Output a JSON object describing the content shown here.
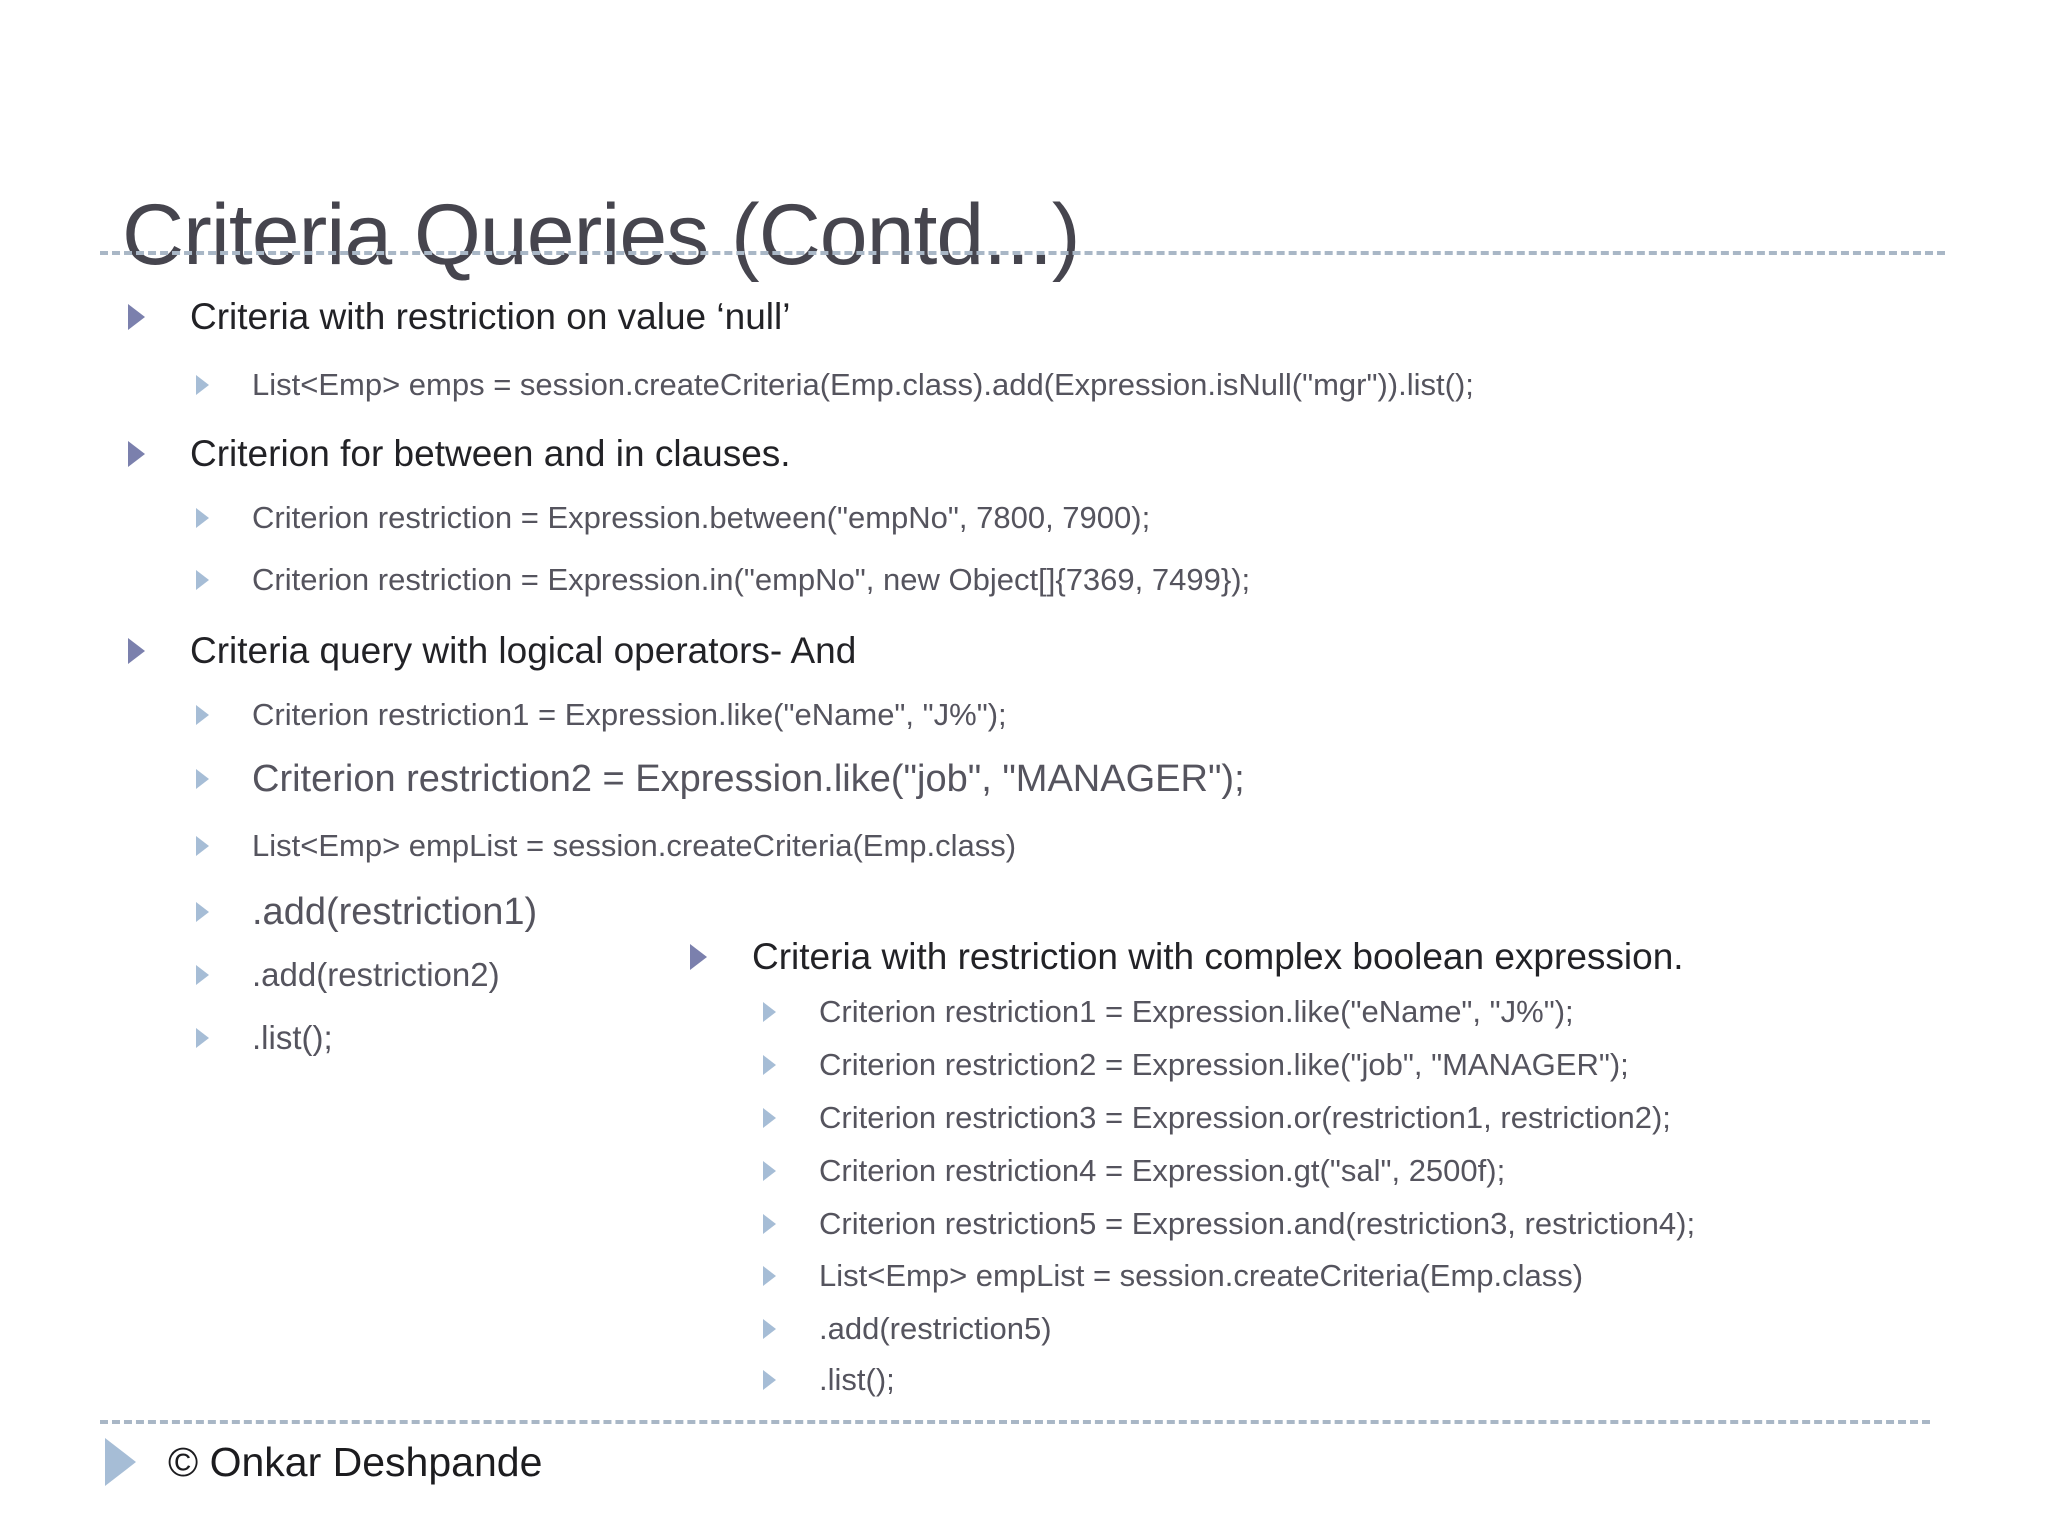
{
  "slide": {
    "title": "Criteria Queries (Contd...)",
    "footer": {
      "text": "© Onkar Deshpande"
    }
  },
  "bullets": {
    "left": [
      {
        "level": 1,
        "text": "Criteria with restriction on value ‘null’"
      },
      {
        "level": 2,
        "text": "List<Emp> emps = session.createCriteria(Emp.class).add(Expression.isNull(\"mgr\")).list();"
      },
      {
        "level": 1,
        "text": "Criterion for between and in clauses."
      },
      {
        "level": 2,
        "text": "Criterion restriction = Expression.between(\"empNo\", 7800, 7900);"
      },
      {
        "level": 2,
        "text": "Criterion restriction = Expression.in(\"empNo\", new Object[]{7369, 7499});"
      },
      {
        "level": 1,
        "text": "Criteria query with logical operators- And"
      },
      {
        "level": 2,
        "text": "Criterion restriction1 = Expression.like(\"eName\", \"J%\");"
      },
      {
        "level": 2,
        "text": "Criterion restriction2 = Expression.like(\"job\", \"MANAGER\");"
      },
      {
        "level": 2,
        "text": "List<Emp> empList = session.createCriteria(Emp.class)"
      },
      {
        "level": 2,
        "text": ".add(restriction1)"
      },
      {
        "level": 2,
        "text": ".add(restriction2)"
      },
      {
        "level": 2,
        "text": ".list();"
      }
    ],
    "right": {
      "header": "Criteria with restriction with complex boolean expression.",
      "items": [
        {
          "text": "Criterion restriction1 = Expression.like(\"eName\", \"J%\");"
        },
        {
          "text": "Criterion restriction2 = Expression.like(\"job\", \"MANAGER\");"
        },
        {
          "text": "Criterion restriction3 = Expression.or(restriction1, restriction2);"
        },
        {
          "text": "Criterion restriction4 = Expression.gt(\"sal\", 2500f);"
        },
        {
          "text": "Criterion restriction5 = Expression.and(restriction3, restriction4);"
        },
        {
          "text": "List<Emp> empList = session.createCriteria(Emp.class)"
        },
        {
          "text": ".add(restriction5)"
        },
        {
          "text": ".list();"
        }
      ]
    }
  },
  "icons": {
    "bullet_level1": "triangle-right-icon",
    "bullet_level2": "triangle-right-icon",
    "footer_marker": "triangle-right-icon"
  },
  "colors": {
    "title": "#46454e",
    "body_text": "#222226",
    "code_text": "#55545e",
    "bullet_level1": "#7b80ad",
    "bullet_level2": "#a6bdd6",
    "divider": "#a9b7c6",
    "background": "#ffffff"
  }
}
